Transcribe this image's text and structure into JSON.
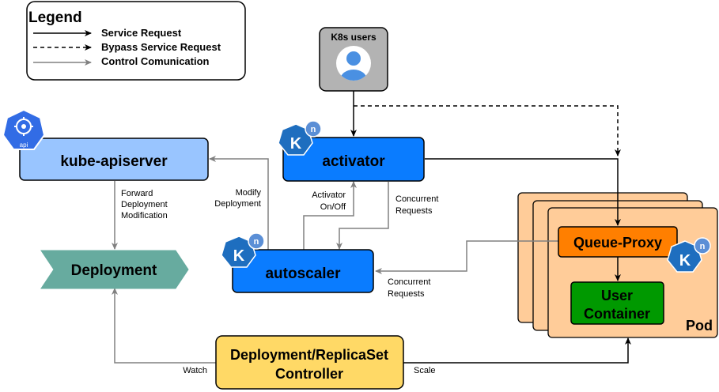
{
  "legend": {
    "title": "Legend",
    "items": [
      {
        "label": "Service Request",
        "style": "solid",
        "color": "#000000"
      },
      {
        "label": "Bypass Service Request",
        "style": "dashed",
        "color": "#000000"
      },
      {
        "label": "Control Comunication",
        "style": "solid",
        "color": "#808080"
      }
    ]
  },
  "nodes": {
    "k8s_users": {
      "label": "K8s users",
      "icon": "user-icon"
    },
    "kube_apiserver": {
      "label": "kube-apiserver",
      "badge": "api",
      "icon": "kubernetes-api-icon"
    },
    "activator": {
      "label": "activator",
      "badge_letter": "K",
      "badge_sup": "n",
      "icon": "knative-icon"
    },
    "deployment": {
      "label": "Deployment"
    },
    "autoscaler": {
      "label": "autoscaler",
      "badge_letter": "K",
      "badge_sup": "n",
      "icon": "knative-icon"
    },
    "queue_proxy": {
      "label": "Queue-Proxy",
      "badge_letter": "K",
      "badge_sup": "n",
      "icon": "knative-icon"
    },
    "user_container": {
      "label_line1": "User",
      "label_line2": "Container"
    },
    "pod": {
      "label": "Pod"
    },
    "controller": {
      "label_line1": "Deployment/ReplicaSet",
      "label_line2": "Controller"
    }
  },
  "edge_labels": {
    "forward_l1": "Forward",
    "forward_l2": "Deployment",
    "forward_l3": "Modification",
    "modify_l1": "Modify",
    "modify_l2": "Deployment",
    "activator_onoff_l1": "Activator",
    "activator_onoff_l2": "On/Off",
    "concurrent_top_l1": "Concurrent",
    "concurrent_top_l2": "Requests",
    "concurrent_bottom_l1": "Concurrent",
    "concurrent_bottom_l2": "Requests",
    "watch": "Watch",
    "scale": "Scale"
  },
  "colors": {
    "blue_node": "#0a7cff",
    "light_blue_node": "#99c5ff",
    "deployment_fill": "#67ab9f",
    "controller_fill": "#ffd966",
    "pod_fill": "#ffcc99",
    "queue_proxy_fill": "#ff7f00",
    "user_container_fill": "#009900",
    "k8s_users_fill": "#b3b3b3",
    "knative_badge": "#1e6ebf",
    "control_line": "#808080"
  }
}
